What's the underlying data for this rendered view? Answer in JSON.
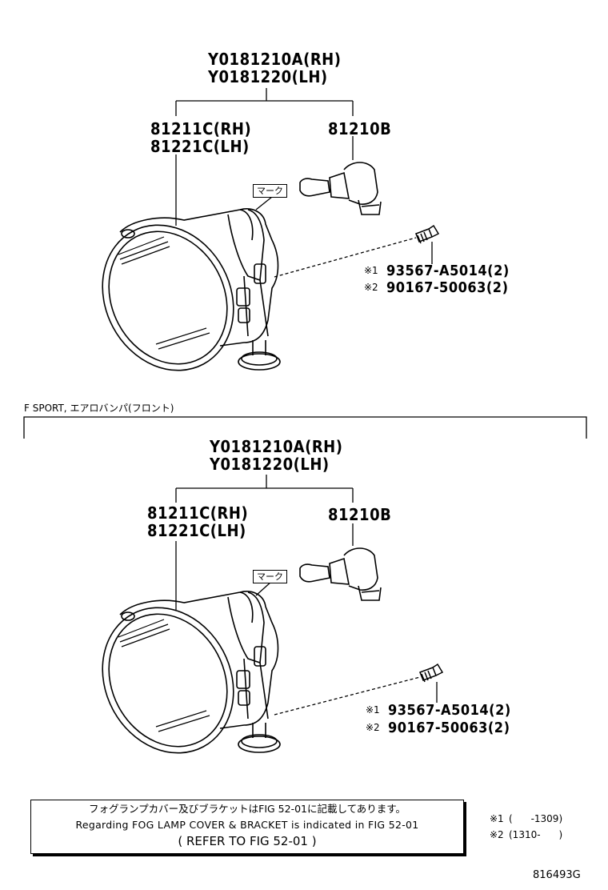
{
  "diagrams": [
    {
      "assembly_rh": "Y0181210A(RH)",
      "assembly_lh": "Y0181220(LH)",
      "unit_rh": "81211C(RH)",
      "unit_lh": "81221C(LH)",
      "bulb": "81210B",
      "mark_tag": "マーク",
      "screw1_mark": "※1",
      "screw1_part": "93567-A5014(2)",
      "screw2_mark": "※2",
      "screw2_part": "90167-50063(2)"
    },
    {
      "assembly_rh": "Y0181210A(RH)",
      "assembly_lh": "Y0181220(LH)",
      "unit_rh": "81211C(RH)",
      "unit_lh": "81221C(LH)",
      "bulb": "81210B",
      "mark_tag": "マーク",
      "screw1_mark": "※1",
      "screw1_part": "93567-A5014(2)",
      "screw2_mark": "※2",
      "screw2_part": "90167-50063(2)"
    }
  ],
  "section_label": "F SPORT, エアロバンパ(フロント)",
  "note": {
    "jp": "フォグランプカバー及びブラケットはFIG 52-01に記載してあります。",
    "en": "Regarding FOG LAMP COVER & BRACKET is indicated in FIG 52-01",
    "refer": "( REFER TO FIG 52-01 )"
  },
  "legend": [
    {
      "mark": "※1",
      "range": "(      -1309)"
    },
    {
      "mark": "※2",
      "range": "(1310-      )"
    }
  ],
  "figure_id": "816493G"
}
